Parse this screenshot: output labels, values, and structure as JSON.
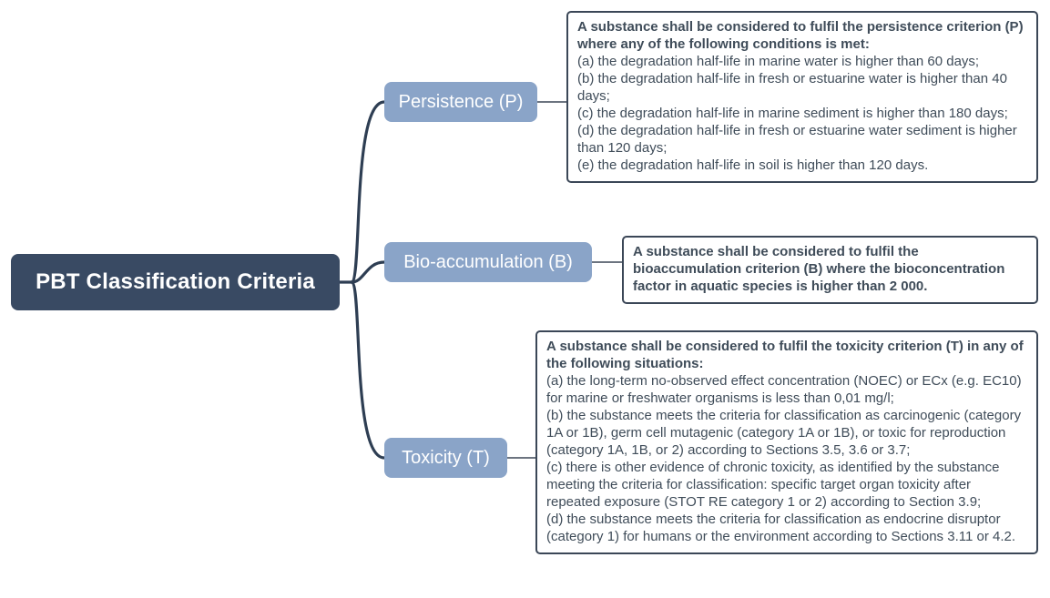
{
  "root": {
    "label": "PBT Classification Criteria"
  },
  "branches": [
    {
      "id": "persistence",
      "label": "Persistence (P)",
      "box": {
        "heading": "A substance shall be considered to fulfil the persistence criterion (P) where any of the following conditions is met:",
        "items": [
          "(a) the degradation half-life in marine water is higher than 60 days;",
          "(b) the degradation half-life in fresh or estuarine water is higher than 40 days;",
          "(c) the degradation half-life in marine sediment is higher than 180 days;",
          "(d) the degradation half-life in fresh or estuarine water sediment is higher than 120 days;",
          "(e) the degradation half-life in soil is higher than 120 days."
        ]
      }
    },
    {
      "id": "bioaccumulation",
      "label": "Bio-accumulation (B)",
      "box": {
        "heading": "A substance shall be considered to fulfil the bioaccumulation criterion (B) where the bioconcentration factor in aquatic species is higher than 2 000.",
        "items": []
      }
    },
    {
      "id": "toxicity",
      "label": "Toxicity (T)",
      "box": {
        "heading": "A substance shall be considered to fulfil the toxicity criterion (T) in any of the following situations:",
        "items": [
          "(a) the long-term no-observed effect concentration (NOEC) or ECx (e.g. EC10) for marine or freshwater organisms is less than 0,01 mg/l;",
          "(b) the substance meets the criteria for classification as carcinogenic (category 1A or 1B), germ cell mutagenic (category 1A or 1B), or toxic for reproduction (category 1A, 1B, or 2) according to Sections 3.5, 3.6 or 3.7;",
          "(c) there is other evidence of chronic toxicity, as identified by the substance meeting the criteria for classification: specific target organ toxicity after repeated exposure (STOT RE category 1 or 2) according to Section 3.9;",
          "(d) the substance meets the criteria for classification as endocrine disruptor (category 1) for humans or the environment according to Sections 3.11 or 4.2."
        ]
      }
    }
  ],
  "colors": {
    "root_bg": "#394a63",
    "branch_bg": "#8aa4c8",
    "connector": "#2e3e53",
    "box_border": "#3b4757",
    "box_bg": "#ffffff",
    "text": "#3f4c59",
    "node_text": "#ffffff"
  }
}
